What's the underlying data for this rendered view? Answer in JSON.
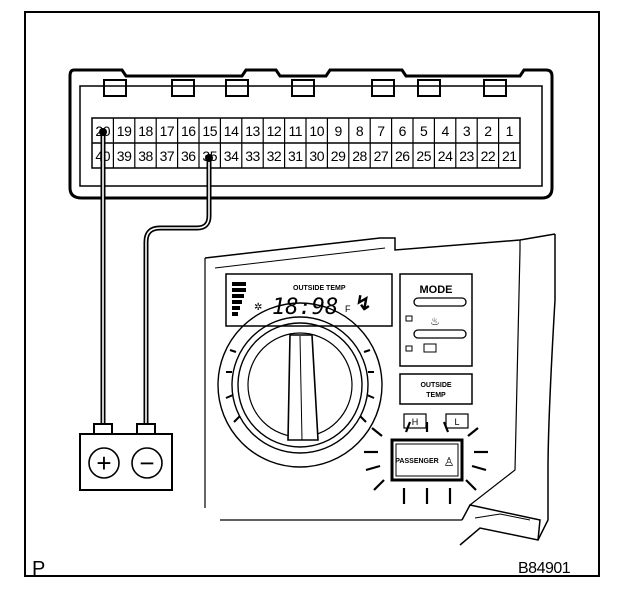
{
  "figure": {
    "corner_letter": "P",
    "id": "B84901"
  },
  "connector": {
    "top_row": [
      "20",
      "19",
      "18",
      "17",
      "16",
      "15",
      "14",
      "13",
      "12",
      "11",
      "10",
      "9",
      "8",
      "7",
      "6",
      "5",
      "4",
      "3",
      "2",
      "1"
    ],
    "bottom_row": [
      "40",
      "39",
      "38",
      "37",
      "36",
      "35",
      "34",
      "33",
      "32",
      "31",
      "30",
      "29",
      "28",
      "27",
      "26",
      "25",
      "24",
      "23",
      "22",
      "21"
    ]
  },
  "battery": {
    "positive_symbol": "+",
    "negative_symbol": "−"
  },
  "panel": {
    "display_label": "OUTSIDE TEMP",
    "display_readout": "18:98",
    "display_unit": "F",
    "mode_label": "MODE",
    "outside_label_line1": "OUTSIDE",
    "outside_label_line2": "TEMP",
    "small_btn_h": "H",
    "small_btn_l": "L",
    "passenger_label": "PASSENGER"
  },
  "colors": {
    "ink": "#000000",
    "paper": "#ffffff"
  }
}
